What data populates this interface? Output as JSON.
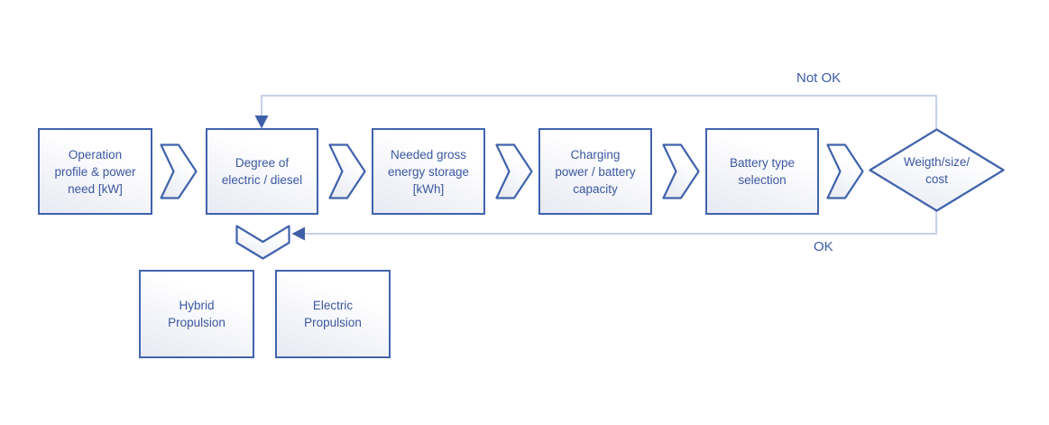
{
  "diagram": {
    "steps": [
      {
        "label": "Operation\nprofile & power\nneed [kW]"
      },
      {
        "label": "Degree of\nelectric / diesel"
      },
      {
        "label": "Needed gross\nenergy storage\n[kWh]"
      },
      {
        "label": "Charging\npower / battery\ncapacity"
      },
      {
        "label": "Battery type\nselection"
      }
    ],
    "decision": {
      "label": "Weigth/size/\ncost"
    },
    "outcomes": [
      {
        "label": "Hybrid\nPropulsion"
      },
      {
        "label": "Electric\nPropulsion"
      }
    ],
    "edge_labels": {
      "not_ok": "Not OK",
      "ok": "OK"
    },
    "icons": {
      "between_steps": "chevron-right-icon",
      "to_outcomes": "chevron-down-icon"
    },
    "colors": {
      "shape_border": "#4063AC",
      "shape_text": "#3A57A0",
      "feedback_line": "#C8D1E8",
      "arrowhead": "#3F5FA9",
      "shape_fill_top": "#FFFFFF",
      "shape_fill_bottom": "#E7EAF3"
    }
  }
}
